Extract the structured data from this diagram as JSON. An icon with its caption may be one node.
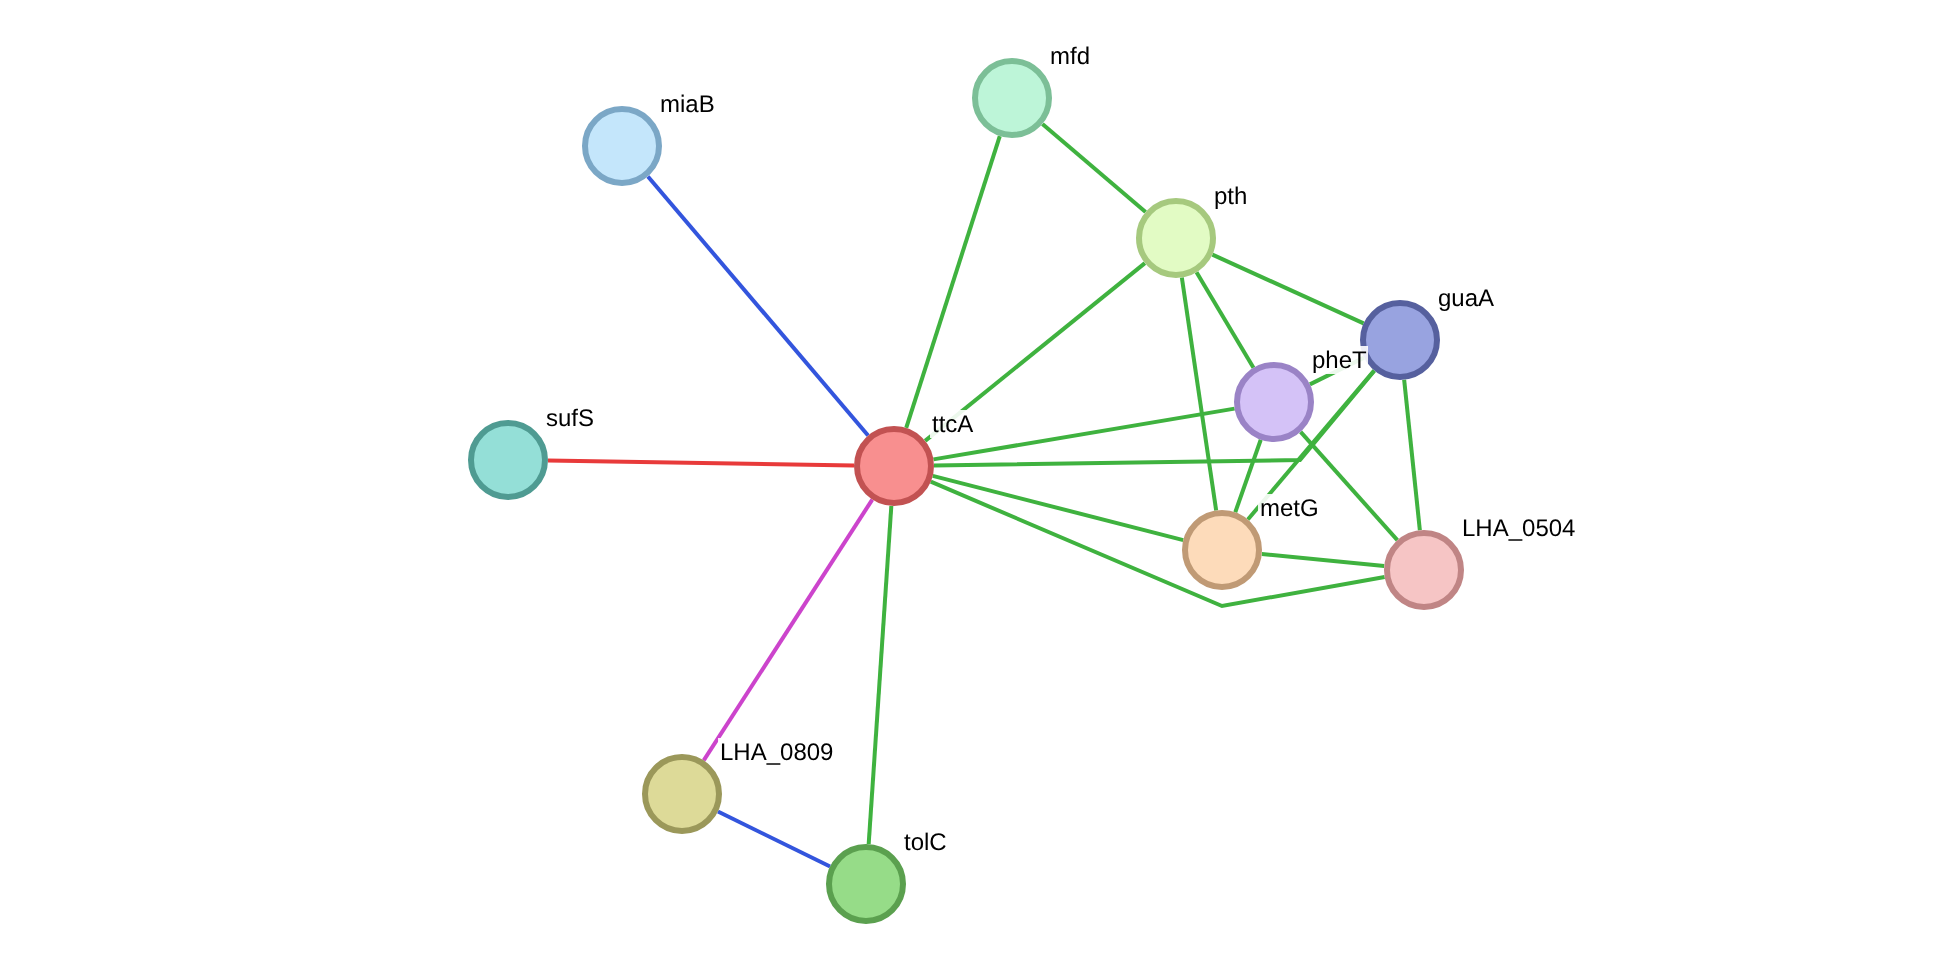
{
  "diagram": {
    "nodes": [
      {
        "text": [],
        "shape": "circle",
        "beside": [
          "miaB"
        ]
      },
      {
        "text": [],
        "shape": "circle",
        "beside": [
          "mfd"
        ]
      },
      {
        "text": [],
        "shape": "circle",
        "beside": [
          "pth"
        ]
      },
      {
        "text": [],
        "shape": "circle",
        "beside": [
          "guaA"
        ]
      },
      {
        "text": [],
        "shape": "circle",
        "beside": [
          "pheT"
        ]
      },
      {
        "text": [],
        "shape": "circle",
        "beside": [
          "ttcA"
        ]
      },
      {
        "text": [],
        "shape": "circle",
        "beside": [
          "sufS"
        ]
      },
      {
        "text": [],
        "shape": "circle",
        "beside": [
          "metG"
        ]
      },
      {
        "text": [],
        "shape": "circle",
        "beside": [
          "LHA_0504"
        ]
      },
      {
        "text": [],
        "shape": "circle",
        "beside": [
          "LHA_0809"
        ]
      },
      {
        "text": [],
        "shape": "circle",
        "beside": [
          "tolC"
        ]
      }
    ],
    "edges": [
      {
        "from": 5,
        "to": 0,
        "arrow": "none",
        "color": "#3355dd"
      },
      {
        "from": 5,
        "to": 1,
        "arrow": "none"
      },
      {
        "from": 5,
        "to": 2,
        "arrow": "none"
      },
      {
        "from": 5,
        "to": 3,
        "arrow": "none"
      },
      {
        "from": 5,
        "to": 4,
        "arrow": "none"
      },
      {
        "from": 5,
        "to": 7,
        "arrow": "none"
      },
      {
        "from": 5,
        "to": 8,
        "arrow": "none"
      },
      {
        "from": 5,
        "to": 6,
        "arrow": "none",
        "color": "#e83a3a"
      },
      {
        "from": 5,
        "to": 9,
        "arrow": "none",
        "color": "#cc44cc"
      },
      {
        "from": 5,
        "to": 10,
        "arrow": "none"
      },
      {
        "from": 9,
        "to": 10,
        "arrow": "none",
        "color": "#3355dd"
      },
      {
        "from": 1,
        "to": 2,
        "arrow": "none"
      },
      {
        "from": 2,
        "to": 3,
        "arrow": "none"
      },
      {
        "from": 2,
        "to": 4,
        "arrow": "none"
      },
      {
        "from": 2,
        "to": 7,
        "arrow": "none"
      },
      {
        "from": 3,
        "to": 4,
        "arrow": "none"
      },
      {
        "from": 3,
        "to": 7,
        "arrow": "none"
      },
      {
        "from": 3,
        "to": 8,
        "arrow": "none"
      },
      {
        "from": 4,
        "to": 7,
        "arrow": "none"
      },
      {
        "from": 4,
        "to": 8,
        "arrow": "none"
      },
      {
        "from": 7,
        "to": 8,
        "arrow": "none"
      }
    ]
  }
}
